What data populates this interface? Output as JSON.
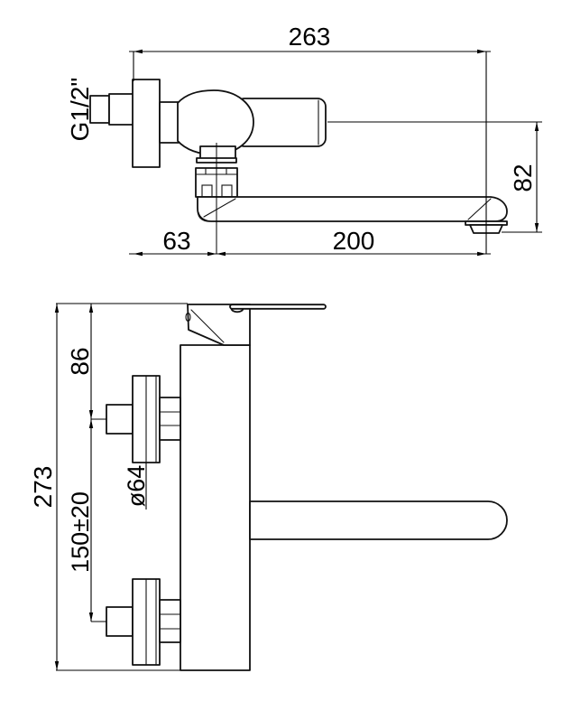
{
  "drawing": {
    "background": "#ffffff",
    "line_color": "#000000",
    "side_view": {
      "dim_total_width": "263",
      "dim_inlet_thread": "G1/2\"",
      "dim_spout_drop": "82",
      "dim_wall_to_pivot": "63",
      "dim_pivot_to_outlet": "200"
    },
    "front_view": {
      "dim_total_height": "273",
      "dim_top_to_upper_center": "86",
      "dim_center_distance": "150±20",
      "dim_flange_diameter": "ø64"
    }
  }
}
